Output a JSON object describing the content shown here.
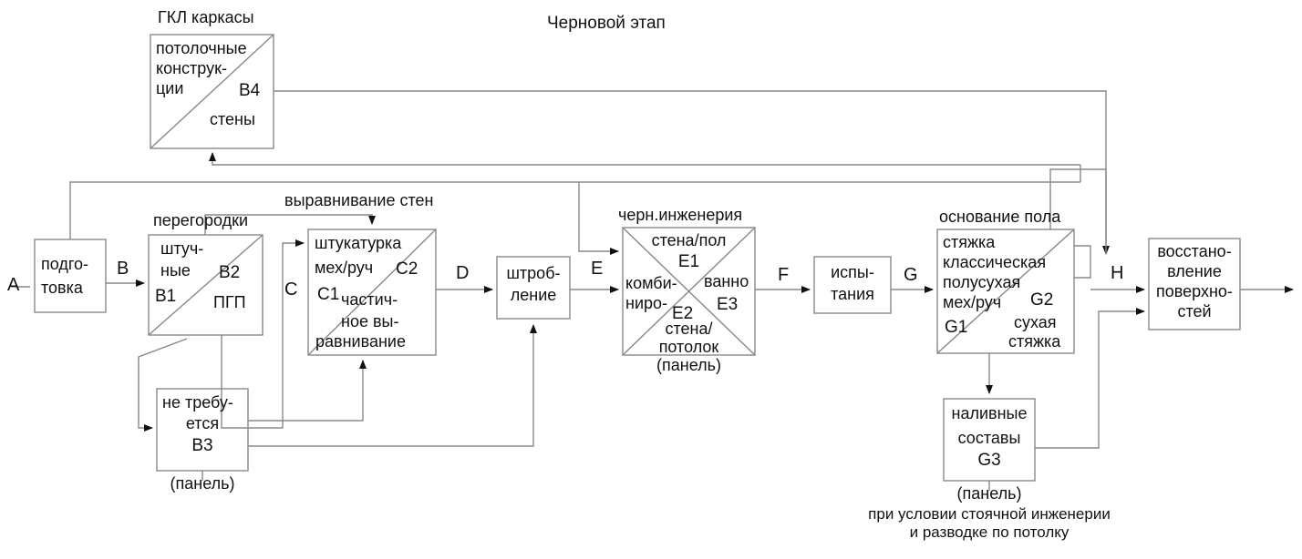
{
  "diagram": {
    "title": "Черновой этап",
    "type": "process-flow-diagram",
    "language": "ru"
  },
  "captions": {
    "gkl": "ГКЛ каркасы",
    "partitions": "перегородки",
    "wall_leveling": "выравнивание стен",
    "rough_engineering": "черн.инженерия",
    "floor_base": "основание пола"
  },
  "nodes": {
    "A": {
      "id": "",
      "lines": [
        "подго-",
        "товка"
      ]
    },
    "B": {
      "top_left": [
        "штуч-",
        "ные"
      ],
      "id_left": "B1",
      "id_right": "B2",
      "bottom_right": "ПГП"
    },
    "B3": {
      "lines": [
        "не требу-",
        "ется"
      ],
      "id": "B3",
      "note": "(панель)"
    },
    "B4": {
      "top_left": [
        "потолочные",
        "конструк-",
        "ции"
      ],
      "id": "B4",
      "bottom_right": "стены"
    },
    "C": {
      "top_left": [
        "штукатурка",
        "мех/руч"
      ],
      "id_left": "C1",
      "id_right": "C2",
      "bottom_right": [
        "частич-",
        "ное вы-",
        "равнивание"
      ]
    },
    "D": {
      "lines": [
        "штроб-",
        "ление"
      ]
    },
    "E": {
      "top": "стена/пол",
      "top_id": "E1",
      "left": [
        "комби-",
        "ниро-"
      ],
      "left_id": "E2",
      "right": "ванно",
      "right_id": "E3",
      "bottom": [
        "стена/",
        "потолок"
      ],
      "note": "(панель)"
    },
    "F": {
      "lines": [
        "испы-",
        "тания"
      ]
    },
    "G": {
      "top_left": [
        "стяжка",
        "классическая",
        "полусухая",
        "мех/руч"
      ],
      "id_left": "G1",
      "id_right": "G2",
      "bottom_right": [
        "сухая",
        "стяжка"
      ]
    },
    "G3": {
      "lines": [
        "наливные",
        "составы"
      ],
      "id": "G3",
      "note": "(панель)"
    },
    "H": {
      "lines": [
        "восстано-",
        "вление",
        "поверхно-",
        "стей"
      ]
    }
  },
  "flow_labels": {
    "A": "A",
    "B": "B",
    "C": "C",
    "D": "D",
    "E": "E",
    "F": "F",
    "G": "G",
    "H": "H"
  },
  "footnote": {
    "line1": "при условии стоячной инженерии",
    "line2": "и разводке по потолку"
  },
  "colors": {
    "stroke": "#888888",
    "text": "#111111",
    "background": "#ffffff"
  }
}
